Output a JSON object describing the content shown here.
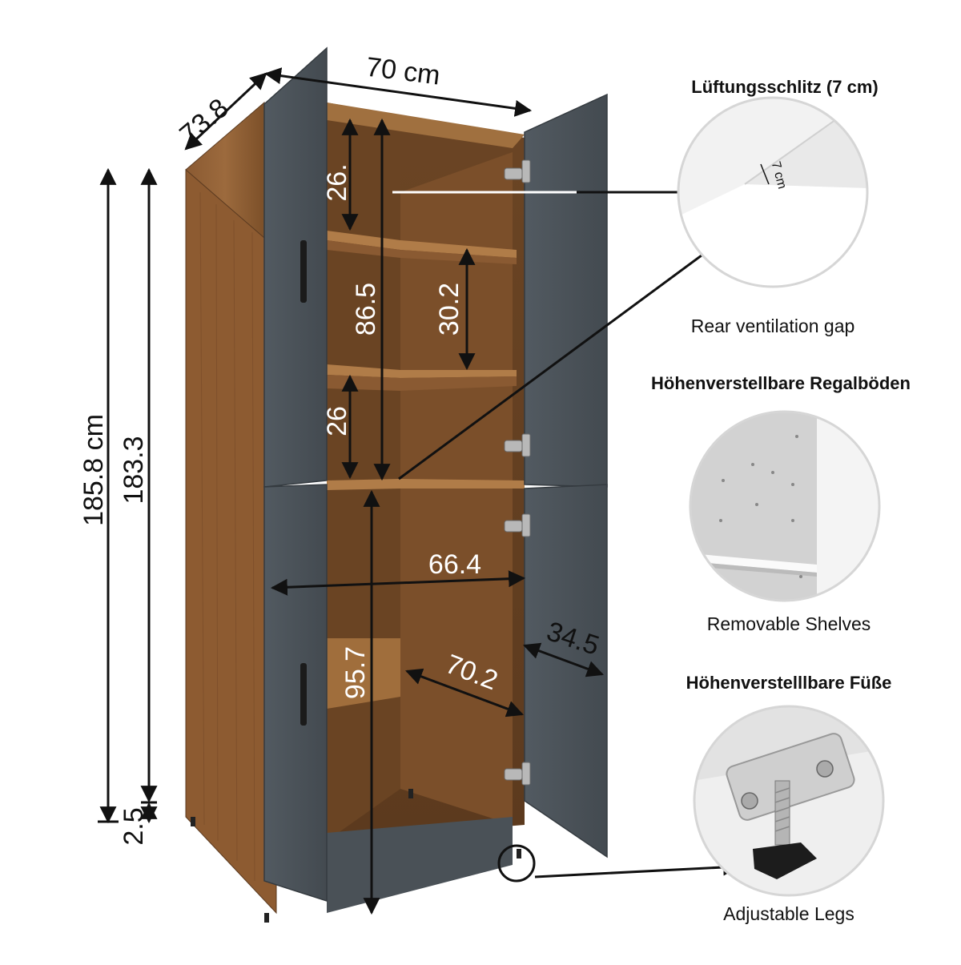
{
  "dimensions": {
    "depth_total": "73.8",
    "width_top": "70 cm",
    "height_total": "185.8 cm",
    "height_body": "183.3",
    "leg_height": "2.5",
    "top_compartment": "26.",
    "upper_inner_height": "86.5",
    "shelf_gap": "30.2",
    "lower_upper_compartment": "26",
    "inner_width": "66.4",
    "bottom_compartment": "95.7",
    "diagonal_depth": "70.2",
    "door_depth": "34.5"
  },
  "panels": [
    {
      "title": "Lüftungsschlitz (7 cm)",
      "inset_label": "7 cm",
      "caption": "Rear ventilation gap",
      "icon": "ventilation-gap"
    },
    {
      "title": "Höhenverstellbare Regalböden",
      "caption": "Removable Shelves",
      "icon": "shelf-pin-holes"
    },
    {
      "title": "Höhenverstelllbare Füße",
      "caption": "Adjustable Legs",
      "icon": "adjustable-foot"
    }
  ],
  "colors": {
    "wood": "#7a5230",
    "wood_light": "#9a6a3e",
    "wood_dark": "#5a3a20",
    "door": "#4a5157",
    "door_edge": "#3a4045"
  }
}
